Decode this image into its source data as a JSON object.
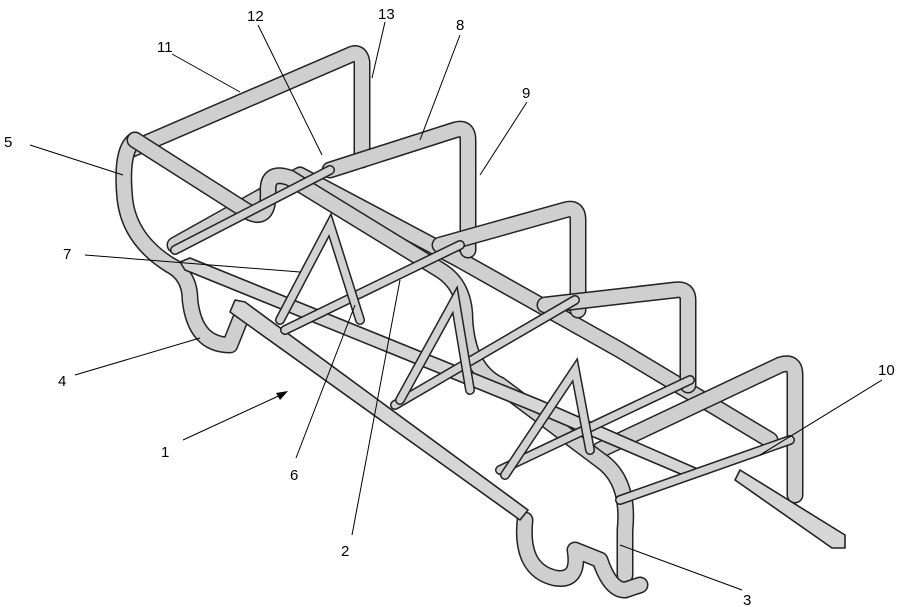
{
  "labels": {
    "l1": "1",
    "l2": "2",
    "l3": "3",
    "l4": "4",
    "l5": "5",
    "l6": "6",
    "l7": "7",
    "l8": "8",
    "l9": "9",
    "l10": "10",
    "l11": "11",
    "l12": "12",
    "l13": "13"
  },
  "colors": {
    "ink": "#222222",
    "fill": "#d6d6d6"
  }
}
